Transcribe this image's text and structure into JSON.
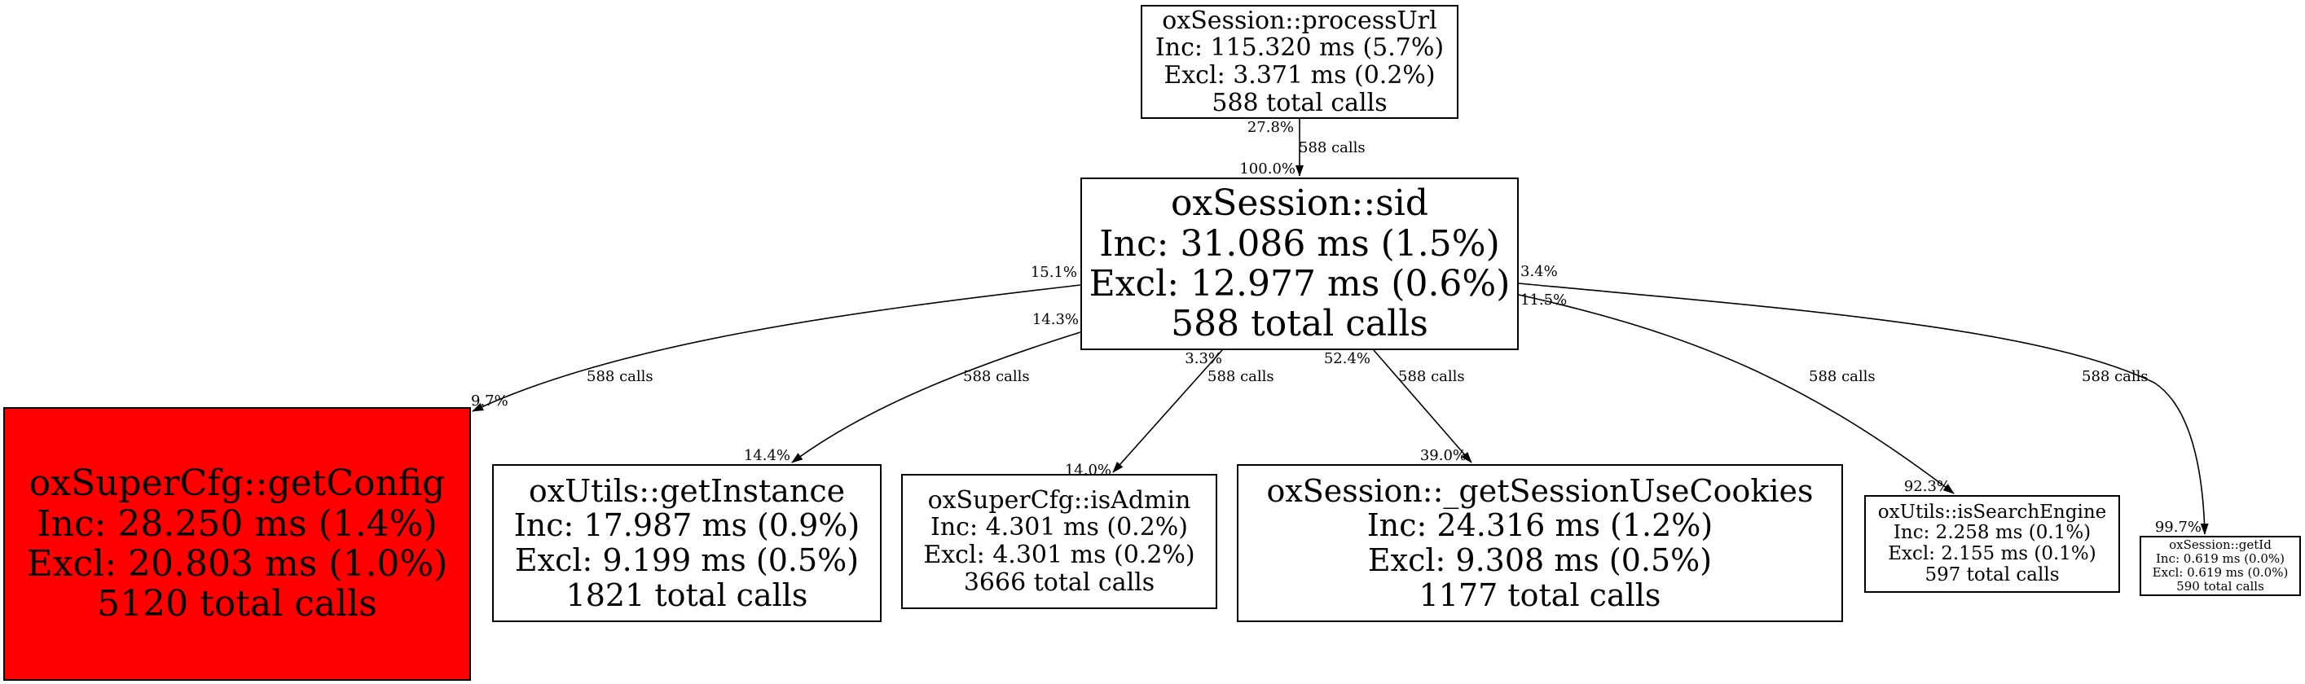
{
  "accent_color": "#ff0000",
  "nodes": {
    "processUrl": {
      "name": "oxSession::processUrl",
      "inc": "Inc: 115.320 ms (5.7%)",
      "excl": "Excl: 3.371 ms (0.2%)",
      "calls": "588 total calls"
    },
    "sid": {
      "name": "oxSession::sid",
      "inc": "Inc: 31.086 ms (1.5%)",
      "excl": "Excl: 12.977 ms (0.6%)",
      "calls": "588 total calls"
    },
    "getConfig": {
      "name": "oxSuperCfg::getConfig",
      "inc": "Inc: 28.250 ms (1.4%)",
      "excl": "Excl: 20.803 ms (1.0%)",
      "calls": "5120 total calls",
      "fill": "#ff0000"
    },
    "getInstance": {
      "name": "oxUtils::getInstance",
      "inc": "Inc: 17.987 ms (0.9%)",
      "excl": "Excl: 9.199 ms (0.5%)",
      "calls": "1821 total calls"
    },
    "isAdmin": {
      "name": "oxSuperCfg::isAdmin",
      "inc": "Inc: 4.301 ms (0.2%)",
      "excl": "Excl: 4.301 ms (0.2%)",
      "calls": "3666 total calls"
    },
    "getSessionUseCookies": {
      "name": "oxSession::_getSessionUseCookies",
      "inc": "Inc: 24.316 ms (1.2%)",
      "excl": "Excl: 9.308 ms (0.5%)",
      "calls": "1177 total calls"
    },
    "isSearchEngine": {
      "name": "oxUtils::isSearchEngine",
      "inc": "Inc: 2.258 ms (0.1%)",
      "excl": "Excl: 2.155 ms (0.1%)",
      "calls": "597 total calls"
    },
    "getId": {
      "name": "oxSession::getId",
      "inc": "Inc: 0.619 ms (0.0%)",
      "excl": "Excl: 0.619 ms (0.0%)",
      "calls": "590 total calls"
    }
  },
  "edges": [
    {
      "from": "processUrl",
      "to": "sid",
      "calls": "588 calls",
      "tail": "27.8%",
      "head": "100.0%"
    },
    {
      "from": "sid",
      "to": "getConfig",
      "calls": "588 calls",
      "tail": "15.1%",
      "head": "9.7%"
    },
    {
      "from": "sid",
      "to": "getInstance",
      "calls": "588 calls",
      "tail": "14.3%",
      "head": "14.4%"
    },
    {
      "from": "sid",
      "to": "isAdmin",
      "calls": "588 calls",
      "tail": "3.3%",
      "head": "14.0%"
    },
    {
      "from": "sid",
      "to": "getSessionUseCookies",
      "calls": "588 calls",
      "tail": "52.4%",
      "head": "39.0%"
    },
    {
      "from": "sid",
      "to": "isSearchEngine",
      "calls": "588 calls",
      "tail": "11.5%",
      "head": "92.3%"
    },
    {
      "from": "sid",
      "to": "getId",
      "calls": "588 calls",
      "tail": "3.4%",
      "head": "99.7%"
    }
  ]
}
